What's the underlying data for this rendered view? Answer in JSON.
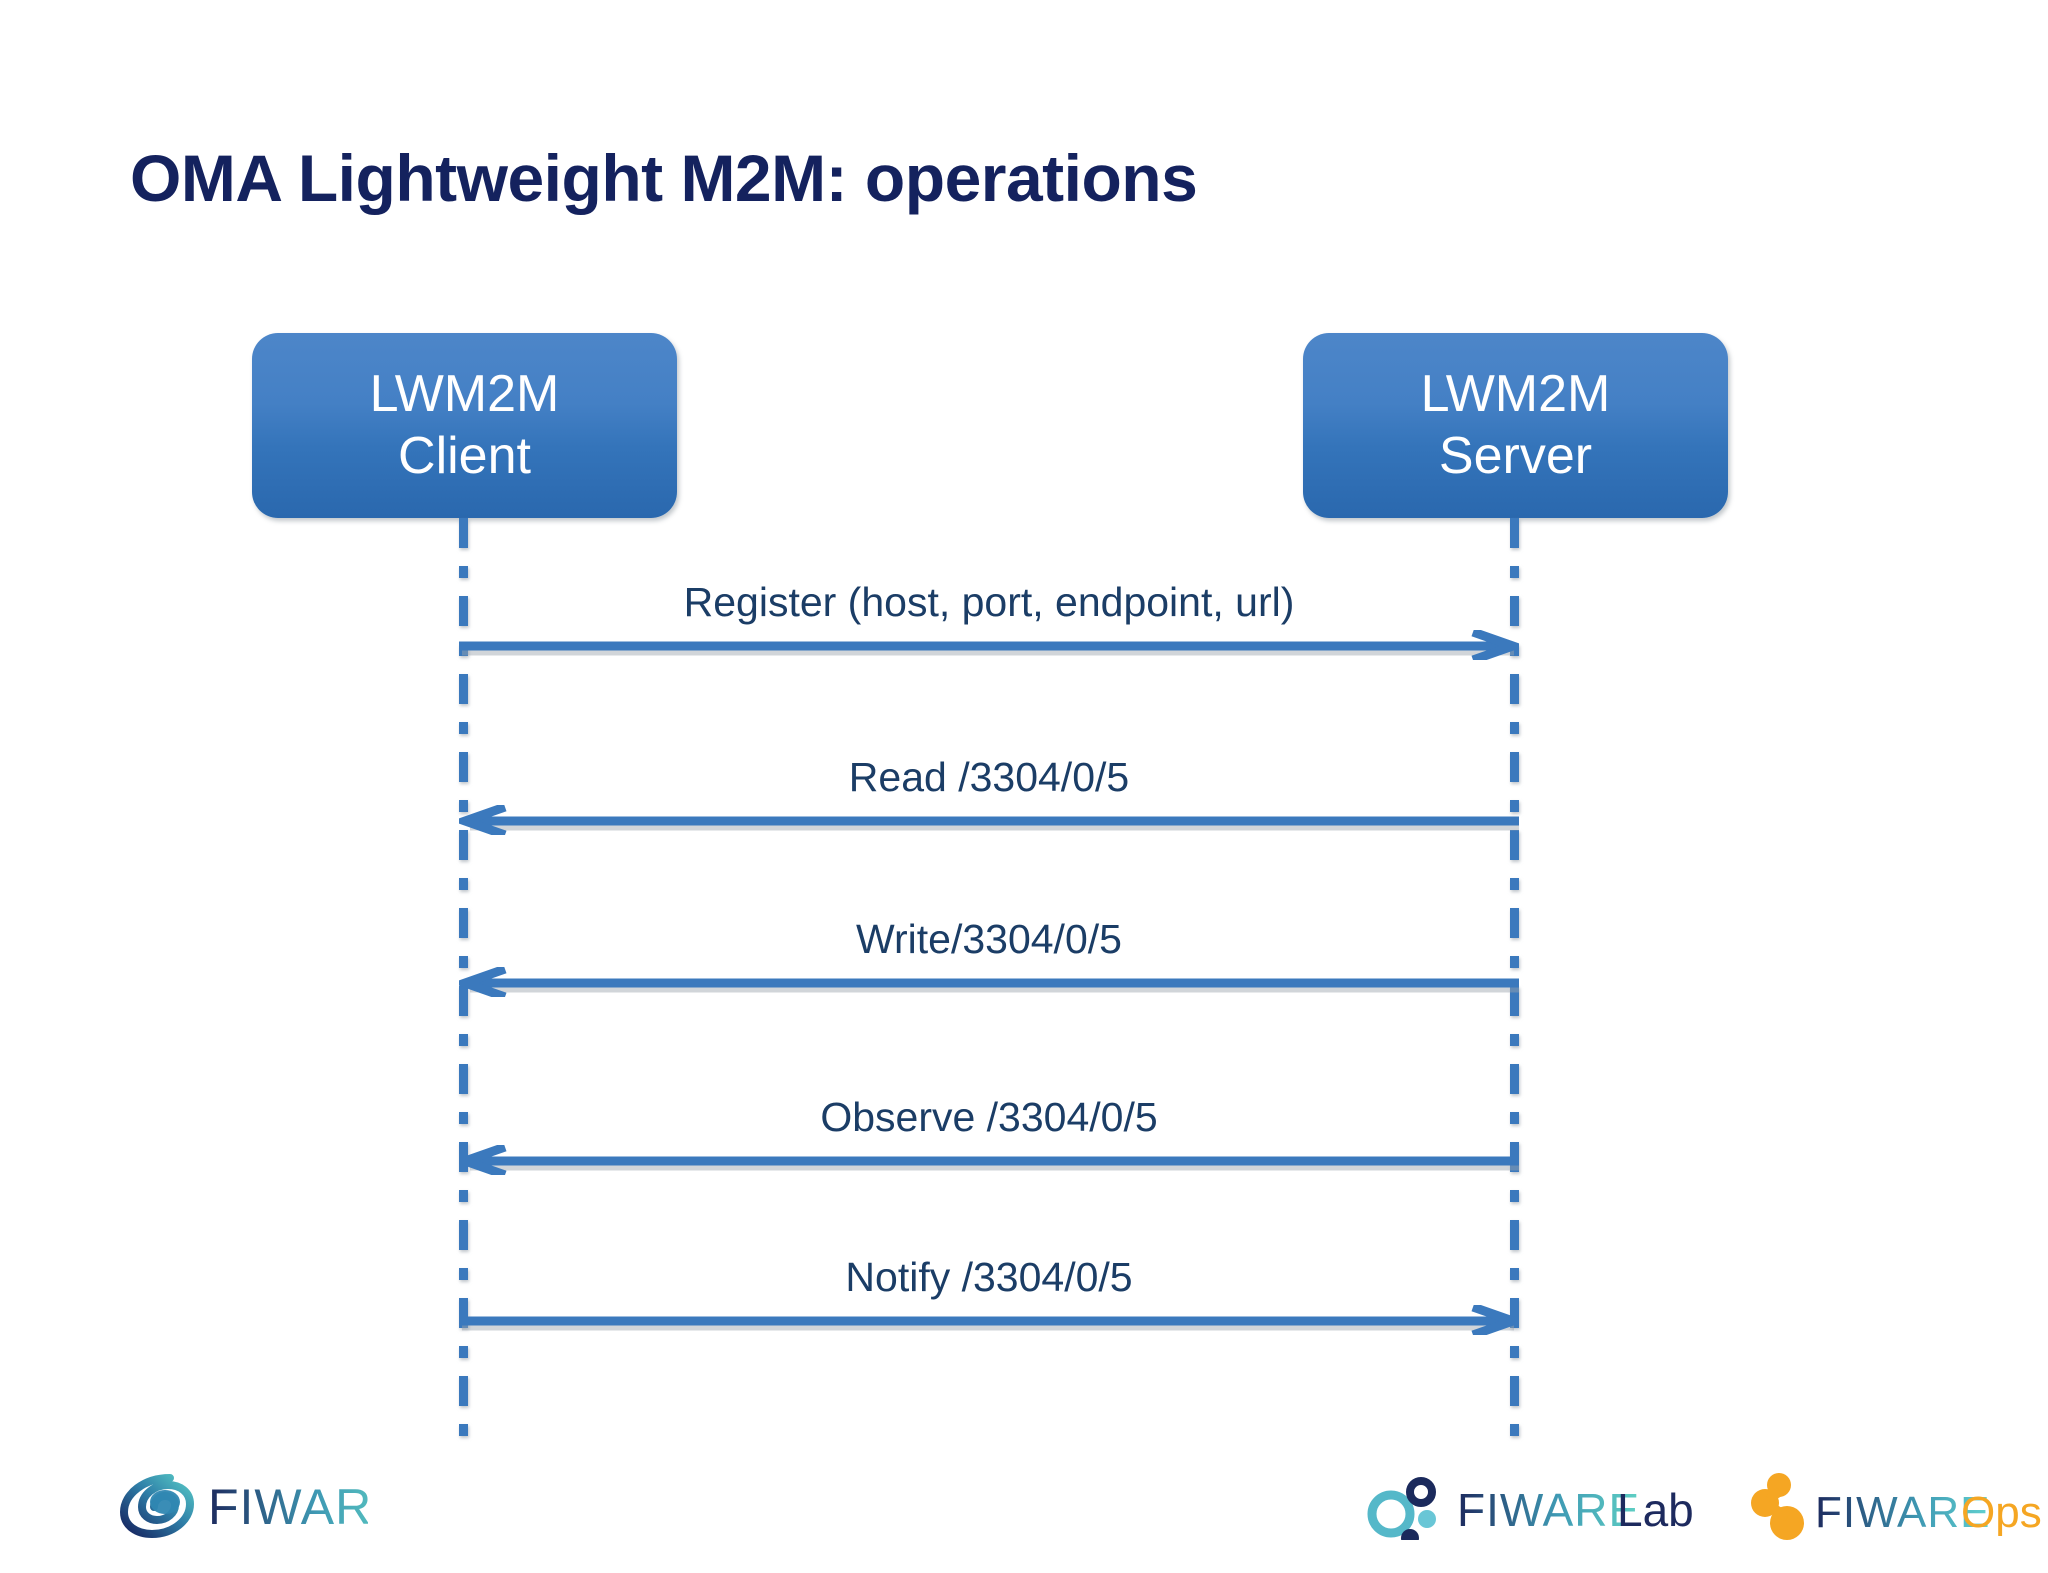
{
  "slide": {
    "title": "OMA Lightweight M2M: operations",
    "title_color": "#14225e",
    "background": "#ffffff"
  },
  "diagram": {
    "type": "sequence-diagram",
    "accent_color": "#3b79bd",
    "box_gradient_top": "#4d86c9",
    "box_gradient_bottom": "#2a68ae",
    "label_color": "#1b3d66",
    "actors": [
      {
        "id": "client",
        "line1": "LWM2M",
        "line2": "Client"
      },
      {
        "id": "server",
        "line1": "LWM2M",
        "line2": "Server"
      }
    ],
    "messages": [
      {
        "label": "Register (host, port, endpoint, url)",
        "direction": "client-to-server",
        "arrowhead": "right"
      },
      {
        "label": "Read /3304/0/5",
        "direction": "server-to-client",
        "arrowhead": "left"
      },
      {
        "label": "Write/3304/0/5",
        "direction": "server-to-client",
        "arrowhead": "left"
      },
      {
        "label": "Observe /3304/0/5",
        "direction": "server-to-client",
        "arrowhead": "left"
      },
      {
        "label": "Notify /3304/0/5",
        "direction": "client-to-server",
        "arrowhead": "right"
      }
    ]
  },
  "footer": {
    "logos": [
      {
        "id": "fiware",
        "text": "FIWARE",
        "suffix": "",
        "icon": "fiware-swirl-icon"
      },
      {
        "id": "fiware-lab",
        "text": "FIWARE",
        "suffix": "Lab",
        "icon": "fiware-dots-icon"
      },
      {
        "id": "fiware-ops",
        "text": "FIWARE",
        "suffix": "Ops",
        "icon": "fiware-molecule-icon"
      }
    ]
  }
}
